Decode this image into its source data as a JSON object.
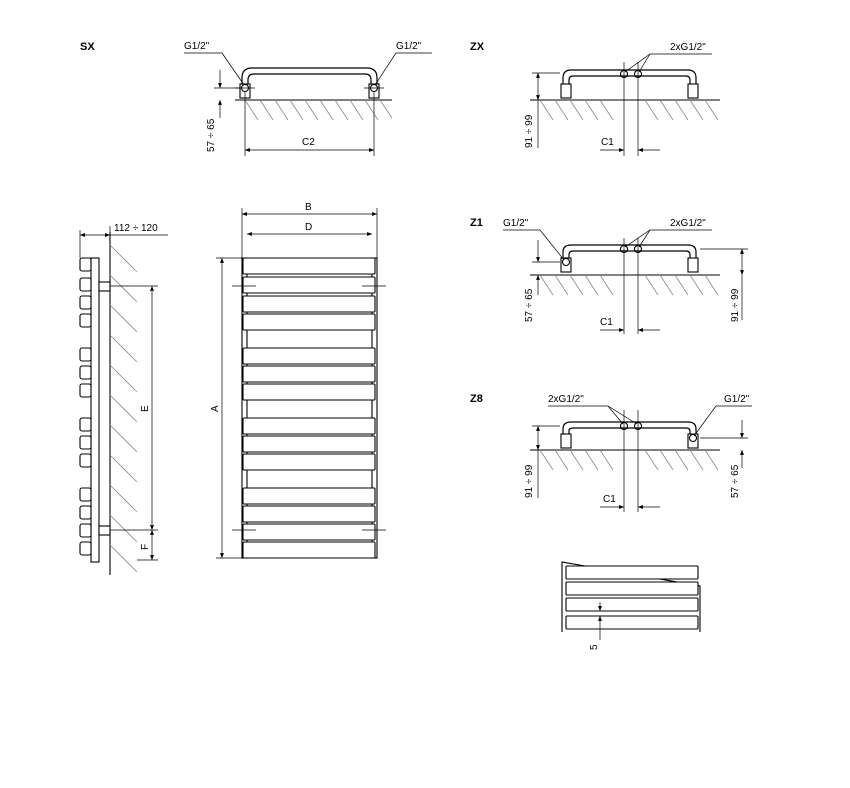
{
  "sections": {
    "sx": "SX",
    "zx": "ZX",
    "z1": "Z1",
    "z8": "Z8"
  },
  "labels": {
    "g12": "G1/2\"",
    "two_g12": "2xG1/2\"",
    "c1": "C1",
    "c2": "C2",
    "dim_57_65": "57 ÷ 65",
    "dim_91_99": "91 ÷ 99",
    "dim_112_120": "112 ÷ 120",
    "A": "A",
    "B": "B",
    "D": "D",
    "E": "E",
    "F": "F",
    "five": "5"
  }
}
